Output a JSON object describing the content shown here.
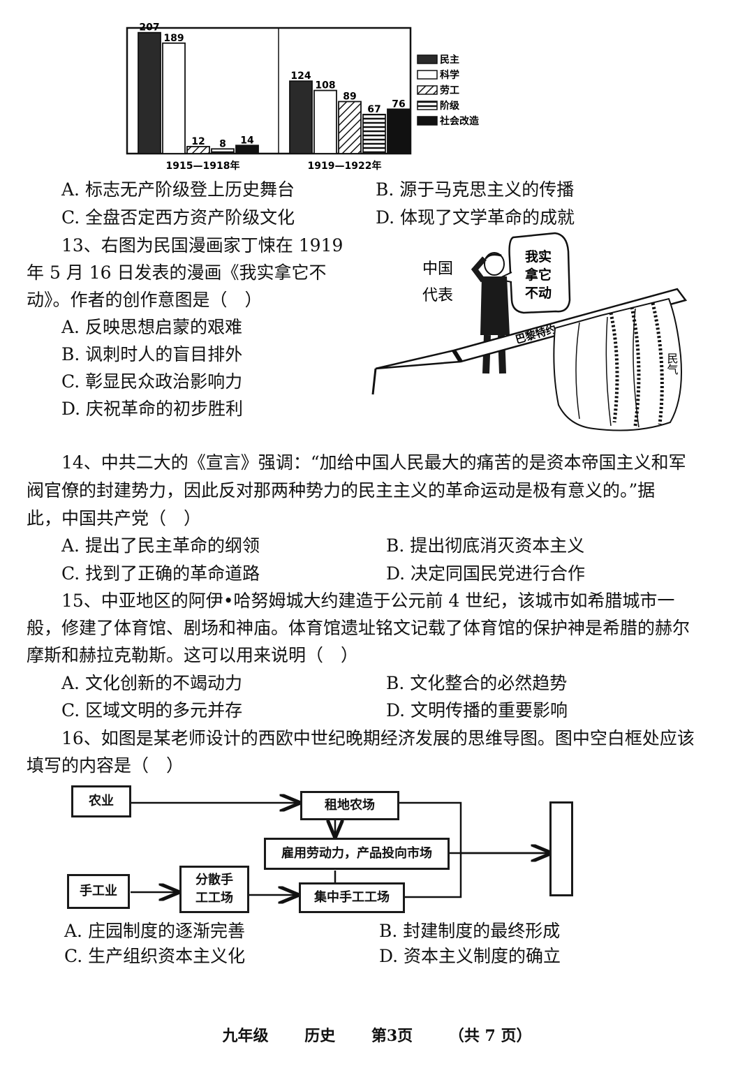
{
  "chart_data": {
    "type": "bar",
    "categories": [
      "1915—1918年",
      "1919—1922年"
    ],
    "series": [
      {
        "name": "民主",
        "values": [
          207,
          124
        ]
      },
      {
        "name": "科学",
        "values": [
          189,
          108
        ]
      },
      {
        "name": "劳工",
        "values": [
          12,
          89
        ]
      },
      {
        "name": "阶级",
        "values": [
          8,
          67
        ]
      },
      {
        "name": "社会改造",
        "values": [
          14,
          76
        ]
      }
    ],
    "value_labels": [
      [
        "207",
        "189",
        "12",
        "8",
        "14"
      ],
      [
        "124",
        "108",
        "89",
        "67",
        "76"
      ]
    ],
    "title": "",
    "xlabel": "",
    "ylabel": "",
    "ylim": [
      0,
      215
    ],
    "legend_position": "right"
  },
  "q12_options": {
    "a": "A. 标志无产阶级登上历史舞台",
    "b": "B. 源于马克思主义的传播",
    "c": "C. 全盘否定西方资产阶级文化",
    "d": "D. 体现了文学革命的成就"
  },
  "q13": {
    "stem_1": "13、右图为民国漫画家丁悚在 1919",
    "stem_2": "年 5 月 16 日发表的漫画《我实拿它不",
    "stem_3": "动》。作者的创作意图是（　）",
    "a": "A. 反映思想启蒙的艰难",
    "b": "B. 讽刺时人的盲目排外",
    "c": "C. 彰显民众政治影响力",
    "d": "D. 庆祝革命的初步胜利",
    "cartoon": {
      "label_left_1": "中国",
      "label_left_2": "代表",
      "bubble_1": "我实",
      "bubble_2": "拿它",
      "bubble_3": "不动",
      "pen_text": "巴黎特约",
      "rope_text": "民气"
    }
  },
  "q14": {
    "line1": "14、中共二大的《宣言》强调：“加给中国人民最大的痛苦的是资本帝国主义和军",
    "line2": "阀官僚的封建势力，因此反对那两种势力的民主主义的革命运动是极有意义的。”据",
    "line3": "此，中国共产党（　）",
    "a": "A. 提出了民主革命的纲领",
    "b": "B. 提出彻底消灭资本主义",
    "c": "C. 找到了正确的革命道路",
    "d": "D. 决定同国民党进行合作"
  },
  "q15": {
    "line1": "15、中亚地区的阿伊•哈努姆城大约建造于公元前 4 世纪，该城市如希腊城市一",
    "line2": "般，修建了体育馆、剧场和神庙。体育馆遗址铭文记载了体育馆的保护神是希腊的赫尔",
    "line3": "摩斯和赫拉克勒斯。这可以用来说明（　）",
    "a": "A. 文化创新的不竭动力",
    "b": "B. 文化整合的必然趋势",
    "c": "C. 区域文明的多元并存",
    "d": "D. 文明传播的重要影响"
  },
  "q16": {
    "line1": "16、如图是某老师设计的西欧中世纪晚期经济发展的思维导图。图中空白框处应该",
    "line2": "填写的内容是（　）",
    "map": {
      "agriculture": "农业",
      "farm": "租地农场",
      "labor_market": "雇用劳动力，产品投向市场",
      "handicraft": "手工业",
      "dispersed_1": "分散手",
      "dispersed_2": "工工场",
      "centralized": "集中手工工场"
    },
    "a": "A. 庄园制度的逐渐完善",
    "b": "B. 封建制度的最终形成",
    "c": "C. 生产组织资本主义化",
    "d": "D. 资本主义制度的确立"
  },
  "footer": {
    "grade": "九年级",
    "subject": "历史",
    "page": "第3页",
    "total": "（共 7 页）"
  }
}
